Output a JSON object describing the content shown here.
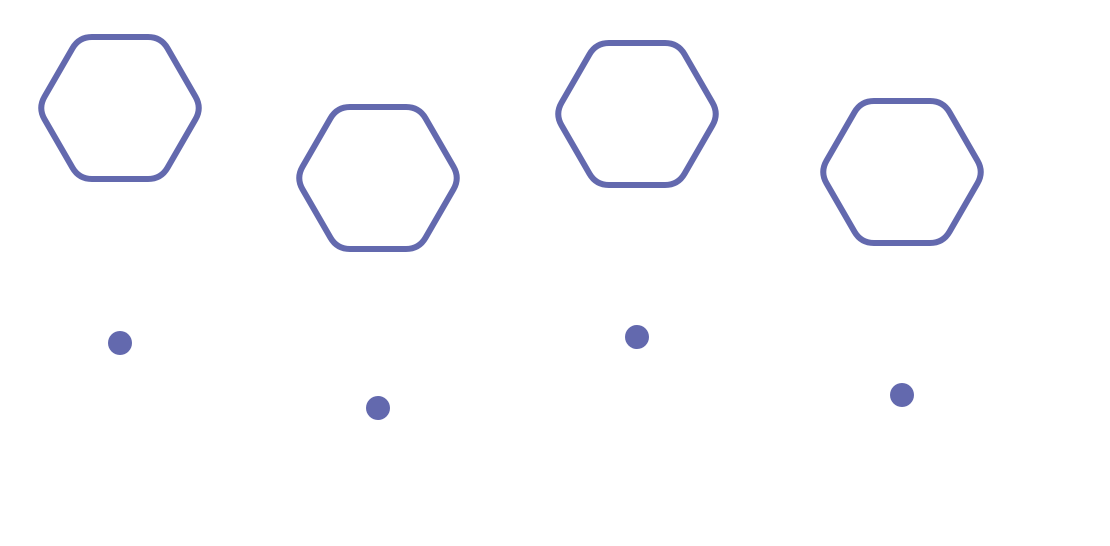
{
  "diagram": {
    "accent_color": "#6369ae",
    "background_color": "#ffffff",
    "groups": [
      {
        "id": 1,
        "shape": "hexagon-icon",
        "marker": "dot-icon",
        "label": ""
      },
      {
        "id": 2,
        "shape": "hexagon-icon",
        "marker": "dot-icon",
        "label": ""
      },
      {
        "id": 3,
        "shape": "hexagon-icon",
        "marker": "dot-icon",
        "label": ""
      },
      {
        "id": 4,
        "shape": "hexagon-icon",
        "marker": "dot-icon",
        "label": ""
      }
    ]
  }
}
